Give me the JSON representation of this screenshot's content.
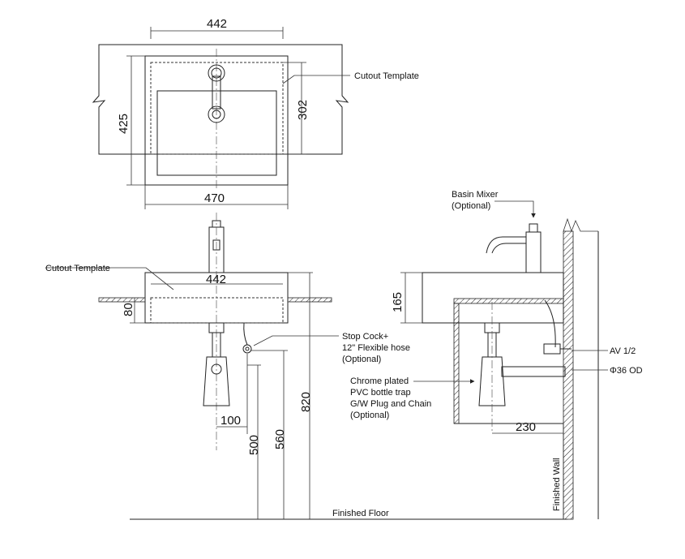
{
  "colors": {
    "line": "#222222",
    "background": "#ffffff"
  },
  "top_view": {
    "dim_cutout_width": "442",
    "dim_basin_depth": "425",
    "dim_cutout_depth": "302",
    "dim_basin_width": "470",
    "label_cutout": "Cutout Template"
  },
  "front_view": {
    "label_cutout": "Cutout Template",
    "dim_cutout_width": "442",
    "dim_counter_thickness": "80",
    "label_stop_cock": [
      "Stop Cock+",
      "12\" Flexible hose",
      "(Optional)"
    ],
    "label_trap": [
      "Chrome plated",
      "PVC bottle trap",
      "G/W Plug and Chain",
      "(Optional)"
    ],
    "dim_offset": "100",
    "dim_500": "500",
    "dim_560": "560",
    "dim_820": "820",
    "label_floor": "Finished Floor"
  },
  "side_view": {
    "label_mixer": [
      "Basin Mixer",
      "(Optional)"
    ],
    "dim_basin_height": "165",
    "label_av": "AV 1/2",
    "label_od": "Φ36 OD",
    "dim_projection": "230",
    "label_wall": "Finished Wall"
  }
}
